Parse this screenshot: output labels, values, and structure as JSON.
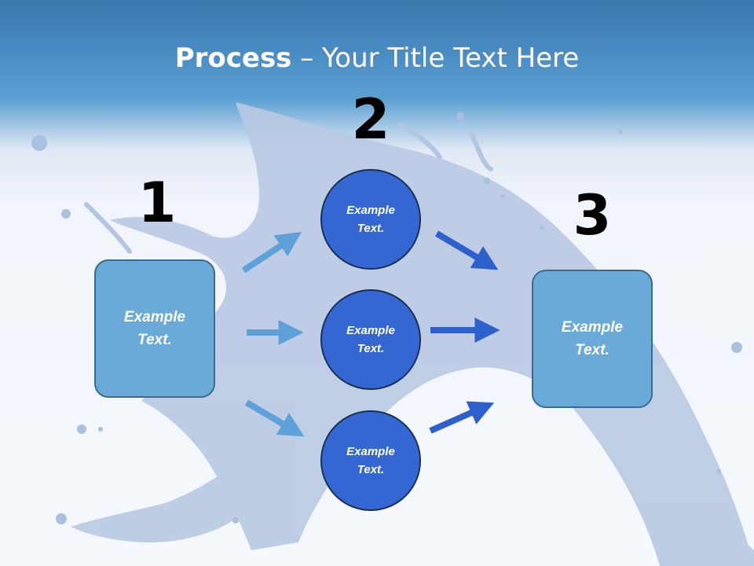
{
  "title": {
    "bold": "Process",
    "rest": " – Your Title Text Here"
  },
  "steps": [
    {
      "number": "1",
      "label": "Example\nText."
    },
    {
      "number": "2",
      "labels": [
        "Example\nText.",
        "Example\nText.",
        "Example\nText."
      ]
    },
    {
      "number": "3",
      "label": "Example\nText."
    }
  ],
  "colors": {
    "header": "#3a79ae",
    "box_fill": "#6aaad8",
    "circle_fill": "#3467d2",
    "arrow_light": "#5ea0d8",
    "arrow_dark": "#2d60cc"
  }
}
